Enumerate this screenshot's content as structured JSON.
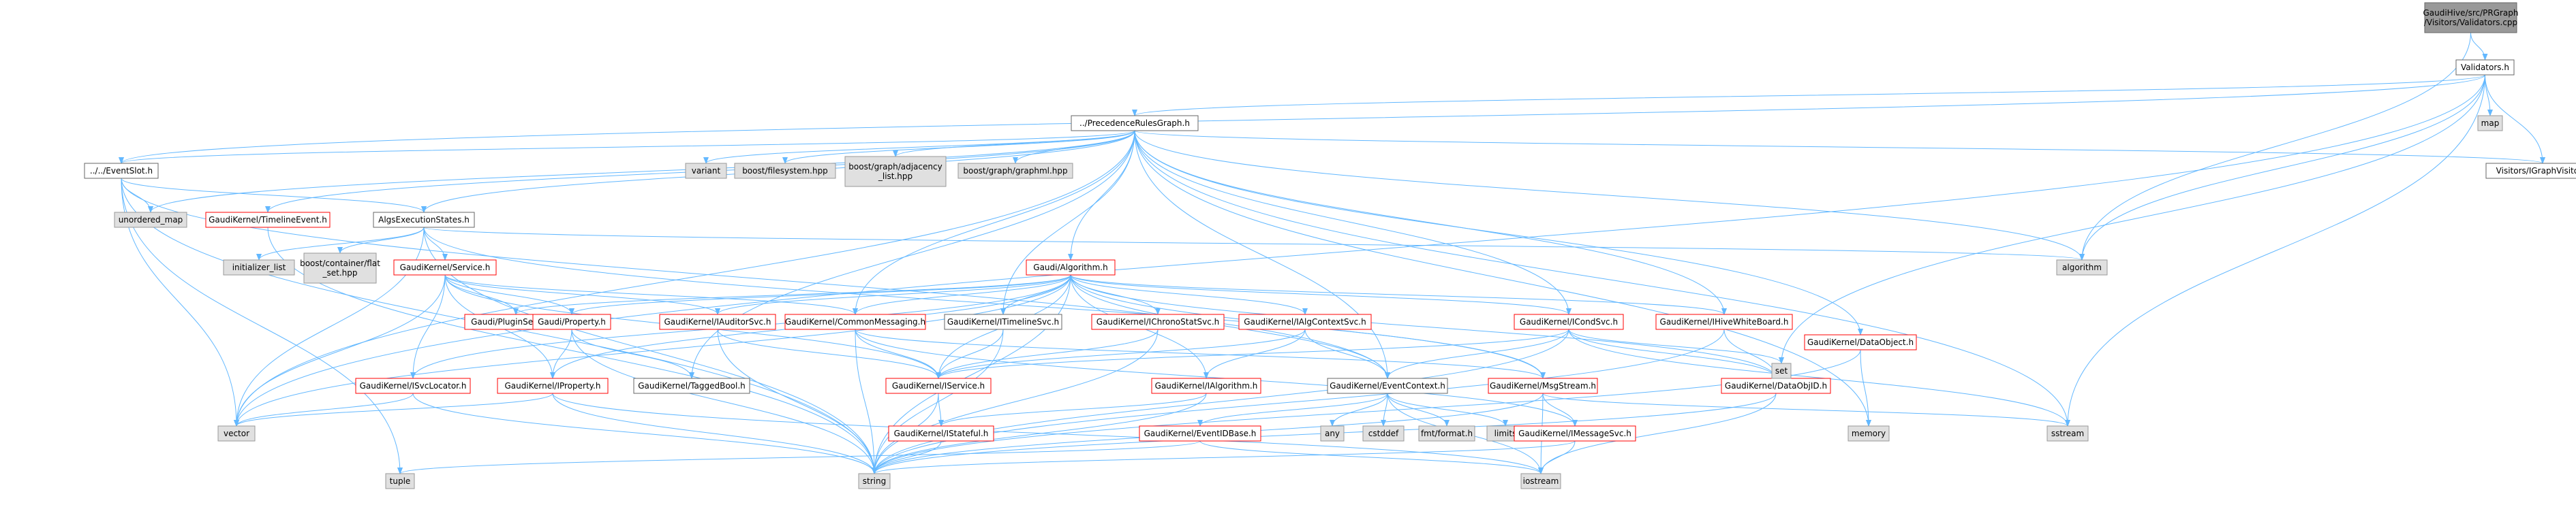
{
  "colors": {
    "edge": "#63b8ff",
    "root_fill": "#999999",
    "root_border": "#666666",
    "normal_fill": "#ffffff",
    "normal_border": "#666666",
    "truncated_border": "#ff0000",
    "external_fill": "#e0e0e0",
    "external_border": "#999999",
    "text": "#000000"
  },
  "nodes": [
    {
      "id": "root",
      "lines": [
        "GaudiHive/src/PRGraph",
        "/Visitors/Validators.cpp"
      ],
      "kind": "root"
    },
    {
      "id": "validators_h",
      "lines": [
        "Validators.h"
      ],
      "kind": "normal"
    },
    {
      "id": "prg",
      "lines": [
        "../PrecedenceRulesGraph.h"
      ],
      "kind": "normal"
    },
    {
      "id": "eventslot",
      "lines": [
        "../../EventSlot.h"
      ],
      "kind": "normal"
    },
    {
      "id": "map",
      "lines": [
        "map"
      ],
      "kind": "external"
    },
    {
      "id": "igraphvisitor",
      "lines": [
        "Visitors/IGraphVisitor.h"
      ],
      "kind": "normal"
    },
    {
      "id": "variant",
      "lines": [
        "variant"
      ],
      "kind": "external"
    },
    {
      "id": "boostfs",
      "lines": [
        "boost/filesystem.hpp"
      ],
      "kind": "external"
    },
    {
      "id": "boostadj",
      "lines": [
        "boost/graph/adjacency",
        "_list.hpp"
      ],
      "kind": "external"
    },
    {
      "id": "boostgml",
      "lines": [
        "boost/graph/graphml.hpp"
      ],
      "kind": "external"
    },
    {
      "id": "unordered_map",
      "lines": [
        "unordered_map"
      ],
      "kind": "external"
    },
    {
      "id": "timelineevent",
      "lines": [
        "GaudiKernel/TimelineEvent.h"
      ],
      "kind": "truncated"
    },
    {
      "id": "algsexec",
      "lines": [
        "AlgsExecutionStates.h"
      ],
      "kind": "normal"
    },
    {
      "id": "initlist",
      "lines": [
        "initializer_list"
      ],
      "kind": "external"
    },
    {
      "id": "flatset",
      "lines": [
        "boost/container/flat",
        "_set.hpp"
      ],
      "kind": "external"
    },
    {
      "id": "service",
      "lines": [
        "GaudiKernel/Service.h"
      ],
      "kind": "truncated"
    },
    {
      "id": "algorithm_h",
      "lines": [
        "Gaudi/Algorithm.h"
      ],
      "kind": "truncated"
    },
    {
      "id": "algorithm",
      "lines": [
        "algorithm"
      ],
      "kind": "external"
    },
    {
      "id": "pluginservice",
      "lines": [
        "Gaudi/PluginService.h"
      ],
      "kind": "truncated"
    },
    {
      "id": "property",
      "lines": [
        "Gaudi/Property.h"
      ],
      "kind": "truncated"
    },
    {
      "id": "iauditorsvc",
      "lines": [
        "GaudiKernel/IAuditorSvc.h"
      ],
      "kind": "truncated"
    },
    {
      "id": "commonmsg",
      "lines": [
        "GaudiKernel/CommonMessaging.h"
      ],
      "kind": "truncated"
    },
    {
      "id": "itimelinesvc",
      "lines": [
        "GaudiKernel/ITimelineSvc.h"
      ],
      "kind": "normal"
    },
    {
      "id": "ichronostatsvc",
      "lines": [
        "GaudiKernel/IChronoStatSvc.h"
      ],
      "kind": "truncated"
    },
    {
      "id": "ialgcontextsvc",
      "lines": [
        "GaudiKernel/IAlgContextSvc.h"
      ],
      "kind": "truncated"
    },
    {
      "id": "icondsvc",
      "lines": [
        "GaudiKernel/ICondSvc.h"
      ],
      "kind": "truncated"
    },
    {
      "id": "ihivewb",
      "lines": [
        "GaudiKernel/IHiveWhiteBoard.h"
      ],
      "kind": "truncated"
    },
    {
      "id": "dataobject",
      "lines": [
        "GaudiKernel/DataObject.h"
      ],
      "kind": "truncated"
    },
    {
      "id": "isvclocator",
      "lines": [
        "GaudiKernel/ISvcLocator.h"
      ],
      "kind": "truncated"
    },
    {
      "id": "iproperty",
      "lines": [
        "GaudiKernel/IProperty.h"
      ],
      "kind": "truncated"
    },
    {
      "id": "taggedbool",
      "lines": [
        "GaudiKernel/TaggedBool.h"
      ],
      "kind": "normal"
    },
    {
      "id": "iservice",
      "lines": [
        "GaudiKernel/IService.h"
      ],
      "kind": "truncated"
    },
    {
      "id": "ialgorithm",
      "lines": [
        "GaudiKernel/IAlgorithm.h"
      ],
      "kind": "truncated"
    },
    {
      "id": "eventcontext",
      "lines": [
        "GaudiKernel/EventContext.h"
      ],
      "kind": "normal"
    },
    {
      "id": "msgstream",
      "lines": [
        "GaudiKernel/MsgStream.h"
      ],
      "kind": "truncated"
    },
    {
      "id": "dataobjid",
      "lines": [
        "GaudiKernel/DataObjID.h"
      ],
      "kind": "truncated"
    },
    {
      "id": "set",
      "lines": [
        "set"
      ],
      "kind": "external"
    },
    {
      "id": "vector",
      "lines": [
        "vector"
      ],
      "kind": "external"
    },
    {
      "id": "istateful",
      "lines": [
        "GaudiKernel/IStateful.h"
      ],
      "kind": "truncated"
    },
    {
      "id": "any",
      "lines": [
        "any"
      ],
      "kind": "external"
    },
    {
      "id": "cstddef",
      "lines": [
        "cstddef"
      ],
      "kind": "external"
    },
    {
      "id": "fmtformat",
      "lines": [
        "fmt/format.h"
      ],
      "kind": "external"
    },
    {
      "id": "limits",
      "lines": [
        "limits"
      ],
      "kind": "external"
    },
    {
      "id": "eventidbase",
      "lines": [
        "GaudiKernel/EventIDBase.h"
      ],
      "kind": "truncated"
    },
    {
      "id": "imessagesvc",
      "lines": [
        "GaudiKernel/IMessageSvc.h"
      ],
      "kind": "truncated"
    },
    {
      "id": "memory",
      "lines": [
        "memory"
      ],
      "kind": "external"
    },
    {
      "id": "sstream",
      "lines": [
        "sstream"
      ],
      "kind": "external"
    },
    {
      "id": "tuple",
      "lines": [
        "tuple"
      ],
      "kind": "external"
    },
    {
      "id": "string",
      "lines": [
        "string"
      ],
      "kind": "external"
    },
    {
      "id": "iostream",
      "lines": [
        "iostream"
      ],
      "kind": "external"
    }
  ],
  "edges": [
    [
      "root",
      "validators_h"
    ],
    [
      "root",
      "algorithm"
    ],
    [
      "validators_h",
      "prg"
    ],
    [
      "validators_h",
      "eventslot"
    ],
    [
      "validators_h",
      "map"
    ],
    [
      "validators_h",
      "igraphvisitor"
    ],
    [
      "validators_h",
      "algorithm"
    ],
    [
      "validators_h",
      "set"
    ],
    [
      "validators_h",
      "sstream"
    ],
    [
      "validators_h",
      "vector"
    ],
    [
      "prg",
      "eventslot"
    ],
    [
      "prg",
      "variant"
    ],
    [
      "prg",
      "boostfs"
    ],
    [
      "prg",
      "boostadj"
    ],
    [
      "prg",
      "boostgml"
    ],
    [
      "prg",
      "unordered_map"
    ],
    [
      "prg",
      "timelineevent"
    ],
    [
      "prg",
      "algsexec"
    ],
    [
      "prg",
      "algorithm_h"
    ],
    [
      "prg",
      "commonmsg"
    ],
    [
      "prg",
      "itimelinesvc"
    ],
    [
      "prg",
      "icondsvc"
    ],
    [
      "prg",
      "ihivewb"
    ],
    [
      "prg",
      "dataobject"
    ],
    [
      "prg",
      "igraphvisitor"
    ],
    [
      "prg",
      "algorithm"
    ],
    [
      "prg",
      "vector"
    ],
    [
      "prg",
      "sstream"
    ],
    [
      "prg",
      "memory"
    ],
    [
      "prg",
      "eventcontext"
    ],
    [
      "prg",
      "taggedbool"
    ],
    [
      "eventslot",
      "unordered_map"
    ],
    [
      "eventslot",
      "algsexec"
    ],
    [
      "eventslot",
      "eventcontext"
    ],
    [
      "eventslot",
      "vector"
    ],
    [
      "eventslot",
      "string"
    ],
    [
      "eventslot",
      "tuple"
    ],
    [
      "timelineevent",
      "string"
    ],
    [
      "algsexec",
      "initlist"
    ],
    [
      "algsexec",
      "flatset"
    ],
    [
      "algsexec",
      "service"
    ],
    [
      "algsexec",
      "msgstream"
    ],
    [
      "algsexec",
      "algorithm"
    ],
    [
      "algsexec",
      "string"
    ],
    [
      "algsexec",
      "vector"
    ],
    [
      "service",
      "pluginservice"
    ],
    [
      "service",
      "property"
    ],
    [
      "service",
      "iauditorsvc"
    ],
    [
      "service",
      "commonmsg"
    ],
    [
      "service",
      "isvclocator"
    ],
    [
      "service",
      "iproperty"
    ],
    [
      "service",
      "iservice"
    ],
    [
      "service",
      "vector"
    ],
    [
      "algorithm_h",
      "pluginservice"
    ],
    [
      "algorithm_h",
      "property"
    ],
    [
      "algorithm_h",
      "iauditorsvc"
    ],
    [
      "algorithm_h",
      "commonmsg"
    ],
    [
      "algorithm_h",
      "itimelinesvc"
    ],
    [
      "algorithm_h",
      "ichronostatsvc"
    ],
    [
      "algorithm_h",
      "ialgcontextsvc"
    ],
    [
      "algorithm_h",
      "icondsvc"
    ],
    [
      "algorithm_h",
      "ihivewb"
    ],
    [
      "algorithm_h",
      "dataobjid"
    ],
    [
      "algorithm_h",
      "isvclocator"
    ],
    [
      "algorithm_h",
      "iproperty"
    ],
    [
      "algorithm_h",
      "iservice"
    ],
    [
      "algorithm_h",
      "ialgorithm"
    ],
    [
      "algorithm_h",
      "eventcontext"
    ],
    [
      "algorithm_h",
      "msgstream"
    ],
    [
      "algorithm_h",
      "string"
    ],
    [
      "algorithm_h",
      "vector"
    ],
    [
      "property",
      "taggedbool"
    ],
    [
      "property",
      "iproperty"
    ],
    [
      "property",
      "string"
    ],
    [
      "iauditorsvc",
      "iservice"
    ],
    [
      "iauditorsvc",
      "string"
    ],
    [
      "commonmsg",
      "iservice"
    ],
    [
      "commonmsg",
      "imessagesvc"
    ],
    [
      "commonmsg",
      "msgstream"
    ],
    [
      "commonmsg",
      "string"
    ],
    [
      "itimelinesvc",
      "iservice"
    ],
    [
      "itimelinesvc",
      "string"
    ],
    [
      "ichronostatsvc",
      "iservice"
    ],
    [
      "ichronostatsvc",
      "string"
    ],
    [
      "ialgcontextsvc",
      "iservice"
    ],
    [
      "ialgcontextsvc",
      "ialgorithm"
    ],
    [
      "ialgcontextsvc",
      "eventcontext"
    ],
    [
      "icondsvc",
      "iservice"
    ],
    [
      "icondsvc",
      "eventcontext"
    ],
    [
      "icondsvc",
      "dataobjid"
    ],
    [
      "icondsvc",
      "set"
    ],
    [
      "icondsvc",
      "string"
    ],
    [
      "icondsvc",
      "sstream"
    ],
    [
      "ihivewb",
      "dataobjid"
    ],
    [
      "ihivewb",
      "string"
    ],
    [
      "dataobject",
      "memory"
    ],
    [
      "dataobject",
      "string"
    ],
    [
      "isvclocator",
      "string"
    ],
    [
      "isvclocator",
      "vector"
    ],
    [
      "iproperty",
      "string"
    ],
    [
      "iproperty",
      "vector"
    ],
    [
      "iproperty",
      "iostream"
    ],
    [
      "iservice",
      "istateful"
    ],
    [
      "iservice",
      "string"
    ],
    [
      "ialgorithm",
      "istateful"
    ],
    [
      "ialgorithm",
      "string"
    ],
    [
      "eventcontext",
      "any"
    ],
    [
      "eventcontext",
      "cstddef"
    ],
    [
      "eventcontext",
      "fmtformat"
    ],
    [
      "eventcontext",
      "limits"
    ],
    [
      "eventcontext",
      "eventidbase"
    ],
    [
      "eventcontext",
      "iostream"
    ],
    [
      "msgstream",
      "imessagesvc"
    ],
    [
      "msgstream",
      "sstream"
    ],
    [
      "msgstream",
      "string"
    ],
    [
      "msgstream",
      "iostream"
    ],
    [
      "dataobjid",
      "string"
    ],
    [
      "dataobjid",
      "iostream"
    ],
    [
      "istateful",
      "string"
    ],
    [
      "eventidbase",
      "tuple"
    ],
    [
      "eventidbase",
      "iostream"
    ],
    [
      "imessagesvc",
      "string"
    ],
    [
      "imessagesvc",
      "iostream"
    ]
  ]
}
